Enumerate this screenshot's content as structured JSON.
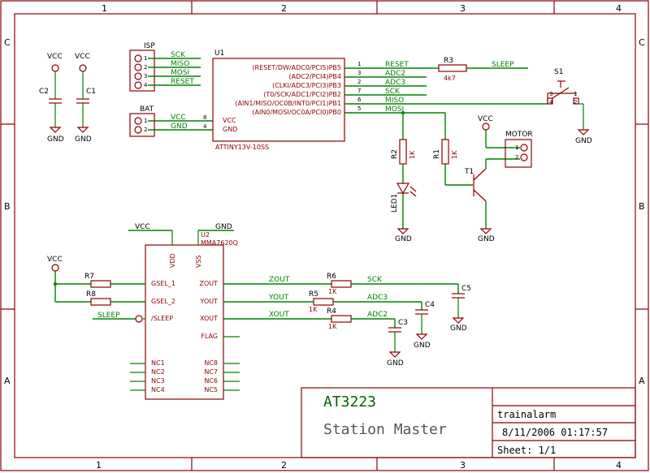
{
  "zones": {
    "top": [
      "1",
      "2",
      "3",
      "4"
    ],
    "bottom": [
      "1",
      "2",
      "3",
      "4"
    ],
    "left": [
      "C",
      "B",
      "A"
    ],
    "right": [
      "C",
      "B",
      "A"
    ]
  },
  "title_block": {
    "project": "AT3223",
    "title": "Station Master",
    "name": "trainalarm",
    "datetime": "8/11/2006 01:17:57",
    "sheet": "Sheet: 1/1"
  },
  "isp": {
    "name": "ISP",
    "pins": [
      "1",
      "2",
      "3",
      "4"
    ],
    "signals": [
      "SCK",
      "MISO",
      "MOSI",
      "RESET"
    ]
  },
  "bat": {
    "name": "BAT",
    "pins": [
      "1",
      "2"
    ],
    "signals": [
      "VCC",
      "GND"
    ]
  },
  "u1": {
    "name": "U1",
    "value": "ATTINY13V-10SS",
    "left_pins": [
      "VCC",
      "GND"
    ],
    "left_pin_nums": [
      "8",
      "4"
    ],
    "right_pins": [
      "(RESET/DW/ADC0/PCI5)PB5",
      "(ADC2/PCI4)PB4",
      "(CLKI/ADC3/PCI3)PB3",
      "(T0/SCK/ADC1/PCI2)PB2",
      "(AIN1/MISO/OC0B/INT0/PCI1)PB1",
      "(AIN0/MOSI/OC0A/PCI0)PB0"
    ],
    "right_pin_nums": [
      "1",
      "3",
      "2",
      "7",
      "6",
      "5"
    ],
    "nets": [
      "RESET",
      "ADC2",
      "ADC3",
      "SCK",
      "MISO",
      "MOSI"
    ]
  },
  "r3": {
    "name": "R3",
    "value": "4k7",
    "net": "SLEEP"
  },
  "s1": {
    "name": "S1",
    "pins": [
      "1",
      "2",
      "3",
      "4"
    ]
  },
  "r2": {
    "name": "R2",
    "value": "1K"
  },
  "r1": {
    "name": "R1",
    "value": "1K"
  },
  "led1": {
    "name": "LED1"
  },
  "t1": {
    "name": "T1"
  },
  "motor": {
    "name": "MOTOR",
    "pins": [
      "1",
      "2"
    ]
  },
  "c2": {
    "name": "C2"
  },
  "c1": {
    "name": "C1"
  },
  "vcc": "VCC",
  "gnd": "GND",
  "u2": {
    "name": "U2",
    "value": "MMA7620Q",
    "top_pins": [
      "VDD",
      "VSS"
    ],
    "left_pins": [
      "GSEL_1",
      "GSEL_2",
      "/SLEEP"
    ],
    "right_pins": [
      "ZOUT",
      "YOUT",
      "XOUT",
      "FLAG"
    ],
    "nc_left": [
      "NC1",
      "NC2",
      "NC3",
      "NC4"
    ],
    "nc_right": [
      "NC8",
      "NC7",
      "NC6",
      "NC5"
    ]
  },
  "r7": {
    "name": "R7"
  },
  "r8": {
    "name": "R8"
  },
  "sleep_net": "SLEEP",
  "r6": {
    "name": "R6",
    "value": "1K",
    "net_in": "ZOUT",
    "net_out": "SCK"
  },
  "r5": {
    "name": "R5",
    "value": "1K",
    "net_in": "YOUT",
    "net_out": "ADC3"
  },
  "r4": {
    "name": "R4",
    "value": "1K",
    "net_in": "XOUT",
    "net_out": "ADC2"
  },
  "c5": {
    "name": "C5"
  },
  "c4": {
    "name": "C4"
  },
  "c3": {
    "name": "C3"
  }
}
